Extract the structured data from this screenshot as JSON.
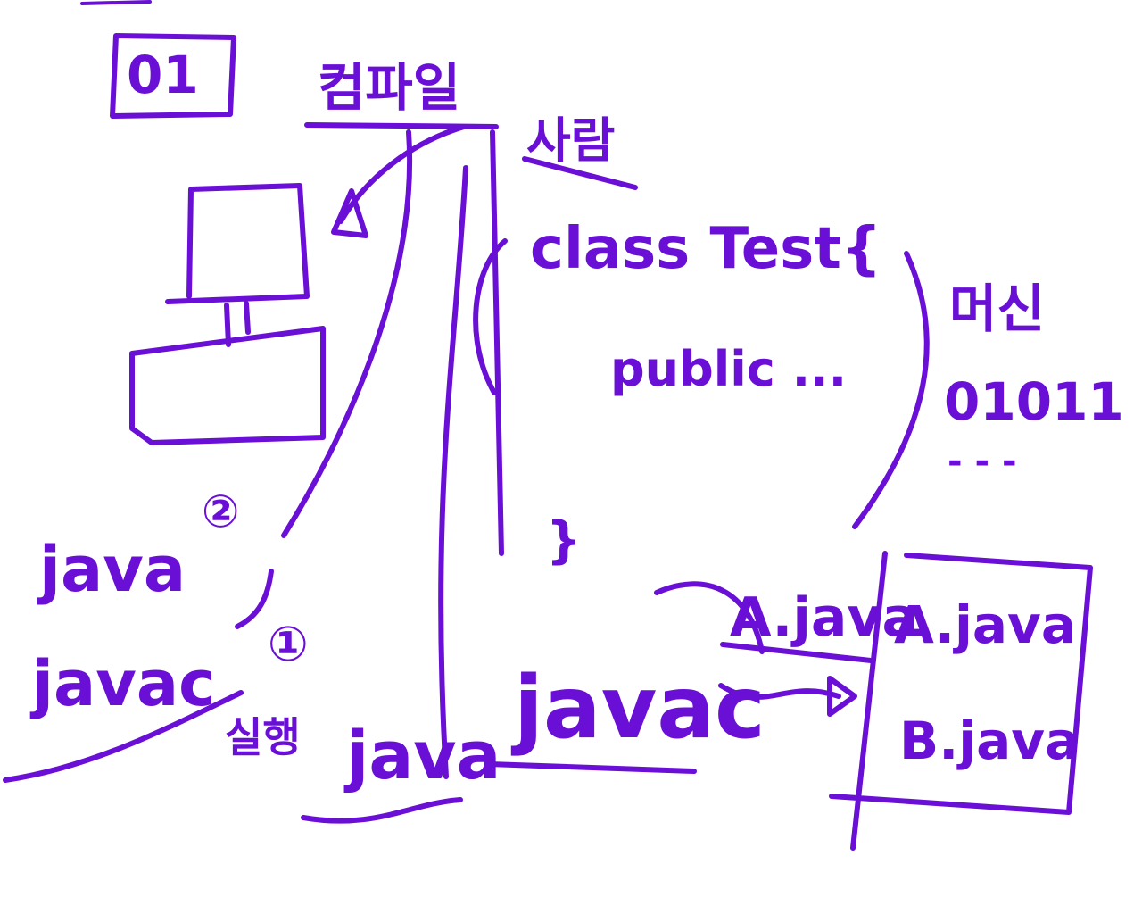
{
  "ink_color": "#6a0fd6",
  "background": "#ffffff",
  "labels": {
    "box_label": "01",
    "compile": "컴파일",
    "person": "사람",
    "class_line": "class Test{",
    "public_line": "public ...",
    "close_brace": "}",
    "machine": "머신",
    "machine_code": "01011",
    "machine_dots": "- - -",
    "java_o": "java",
    "javac_x": "javac",
    "run_label": "실행",
    "run_java": "java",
    "javac_big": "javac",
    "a_java_top": "A.java",
    "box_a_java": "A.java",
    "box_b_java": "B.java",
    "marker_1": "①",
    "marker_2": "②"
  }
}
